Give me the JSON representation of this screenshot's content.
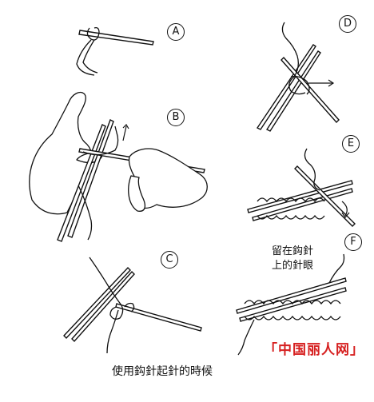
{
  "steps": [
    {
      "id": "A"
    },
    {
      "id": "B"
    },
    {
      "id": "C"
    },
    {
      "id": "D"
    },
    {
      "id": "E"
    },
    {
      "id": "F"
    }
  ],
  "note_line1": "留在鈎針",
  "note_line2": "上的針眼",
  "caption": "使用鈎針起針的時候",
  "watermark": "「中国丽人网」",
  "colors": {
    "line": "#111111",
    "watermark": "#d62020"
  }
}
